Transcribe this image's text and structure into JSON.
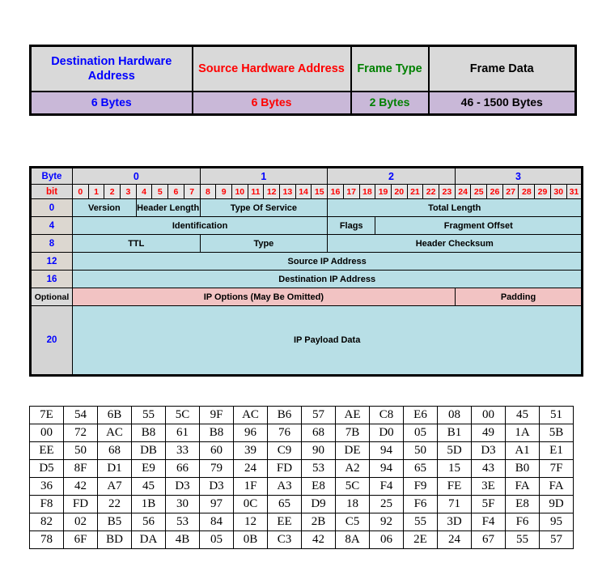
{
  "ethernet_frame": {
    "fields": [
      {
        "name": "Destination Hardware Address",
        "size": "6 Bytes",
        "color": "#0000ff"
      },
      {
        "name": "Source Hardware Address",
        "size": "6 Bytes",
        "color": "#ff0000"
      },
      {
        "name": "Frame Type",
        "size": "2 Bytes",
        "color": "#008000"
      },
      {
        "name": "Frame Data",
        "size": "46 - 1500 Bytes",
        "color": "#000000"
      }
    ]
  },
  "ip_header": {
    "byte_label": "Byte",
    "bit_label": "bit",
    "byte_numbers": [
      "0",
      "1",
      "2",
      "3"
    ],
    "bit_numbers": [
      "0",
      "1",
      "2",
      "3",
      "4",
      "5",
      "6",
      "7",
      "8",
      "9",
      "10",
      "11",
      "12",
      "13",
      "14",
      "15",
      "16",
      "17",
      "18",
      "19",
      "20",
      "21",
      "22",
      "23",
      "24",
      "25",
      "26",
      "27",
      "28",
      "29",
      "30",
      "31"
    ],
    "rows": [
      {
        "offset": "0",
        "fields": [
          {
            "label": "Version",
            "bits": 4
          },
          {
            "label": "Header Length",
            "bits": 4
          },
          {
            "label": "Type Of Service",
            "bits": 8
          },
          {
            "label": "Total Length",
            "bits": 16
          }
        ]
      },
      {
        "offset": "4",
        "fields": [
          {
            "label": "Identification",
            "bits": 16
          },
          {
            "label": "Flags",
            "bits": 3
          },
          {
            "label": "Fragment Offset",
            "bits": 13
          }
        ]
      },
      {
        "offset": "8",
        "fields": [
          {
            "label": "TTL",
            "bits": 8
          },
          {
            "label": "Type",
            "bits": 8
          },
          {
            "label": "Header Checksum",
            "bits": 16
          }
        ]
      },
      {
        "offset": "12",
        "fields": [
          {
            "label": "Source IP Address",
            "bits": 32
          }
        ]
      },
      {
        "offset": "16",
        "fields": [
          {
            "label": "Destination IP Address",
            "bits": 32
          }
        ]
      },
      {
        "offset": "Optional",
        "fields": [
          {
            "label": "IP Options (May Be Omitted)",
            "bits": 24
          },
          {
            "label": "Padding",
            "bits": 8
          }
        ]
      },
      {
        "offset": "20",
        "fields": [
          {
            "label": "IP Payload Data",
            "bits": 32
          }
        ]
      }
    ]
  },
  "hex_dump": {
    "rows": [
      [
        "7E",
        "54",
        "6B",
        "55",
        "5C",
        "9F",
        "AC",
        "B6",
        "57",
        "AE",
        "C8",
        "E6",
        "08",
        "00",
        "45",
        "51"
      ],
      [
        "00",
        "72",
        "AC",
        "B8",
        "61",
        "B8",
        "96",
        "76",
        "68",
        "7B",
        "D0",
        "05",
        "B1",
        "49",
        "1A",
        "5B"
      ],
      [
        "EE",
        "50",
        "68",
        "DB",
        "33",
        "60",
        "39",
        "C9",
        "90",
        "DE",
        "94",
        "50",
        "5D",
        "D3",
        "A1",
        "E1"
      ],
      [
        "D5",
        "8F",
        "D1",
        "E9",
        "66",
        "79",
        "24",
        "FD",
        "53",
        "A2",
        "94",
        "65",
        "15",
        "43",
        "B0",
        "7F"
      ],
      [
        "36",
        "42",
        "A7",
        "45",
        "D3",
        "D3",
        "1F",
        "A3",
        "E8",
        "5C",
        "F4",
        "F9",
        "FE",
        "3E",
        "FA",
        "FA"
      ],
      [
        "F8",
        "FD",
        "22",
        "1B",
        "30",
        "97",
        "0C",
        "65",
        "D9",
        "18",
        "25",
        "F6",
        "71",
        "5F",
        "E8",
        "9D"
      ],
      [
        "82",
        "02",
        "B5",
        "56",
        "53",
        "84",
        "12",
        "EE",
        "2B",
        "C5",
        "92",
        "55",
        "3D",
        "F4",
        "F6",
        "95"
      ],
      [
        "78",
        "6F",
        "BD",
        "DA",
        "4B",
        "05",
        "0B",
        "C3",
        "42",
        "8A",
        "06",
        "2E",
        "24",
        "67",
        "55",
        "57"
      ]
    ]
  },
  "colors": {
    "ethernet_name_bg": "#d9d9d9",
    "ethernet_size_bg": "#c9b8d8",
    "ip_field_bg": "#b8dfe6",
    "ip_optional_bg": "#f2c3c3",
    "ip_offset_bg": "#dcd7d0",
    "bit_number_color": "#ff0000",
    "byte_number_color": "#0000ff"
  }
}
